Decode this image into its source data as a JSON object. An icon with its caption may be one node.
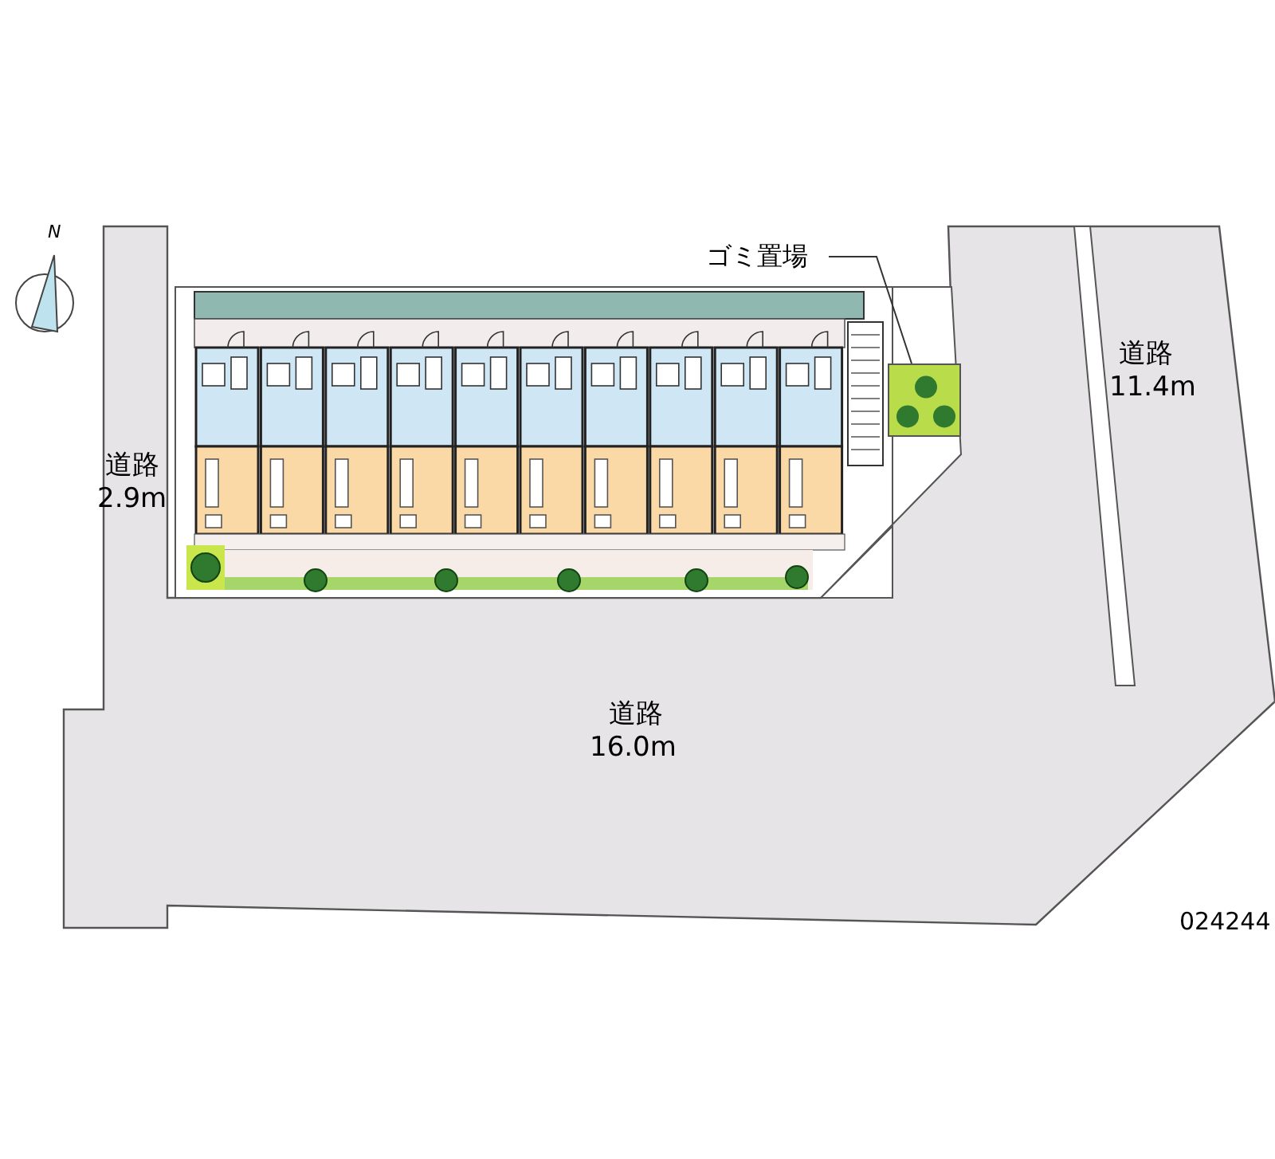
{
  "diagram": {
    "nodes": [
      {
        "text": [
          "ゴミ置場"
        ]
      },
      {
        "text": [],
        "shape": "box"
      }
    ],
    "edges": [
      {
        "from": 0,
        "to": 1,
        "arrow": "none"
      }
    ],
    "labels": [
      "N",
      "道路",
      "2.9m",
      "道路",
      "11.4m",
      "道路",
      "16.0m",
      "024244"
    ]
  }
}
